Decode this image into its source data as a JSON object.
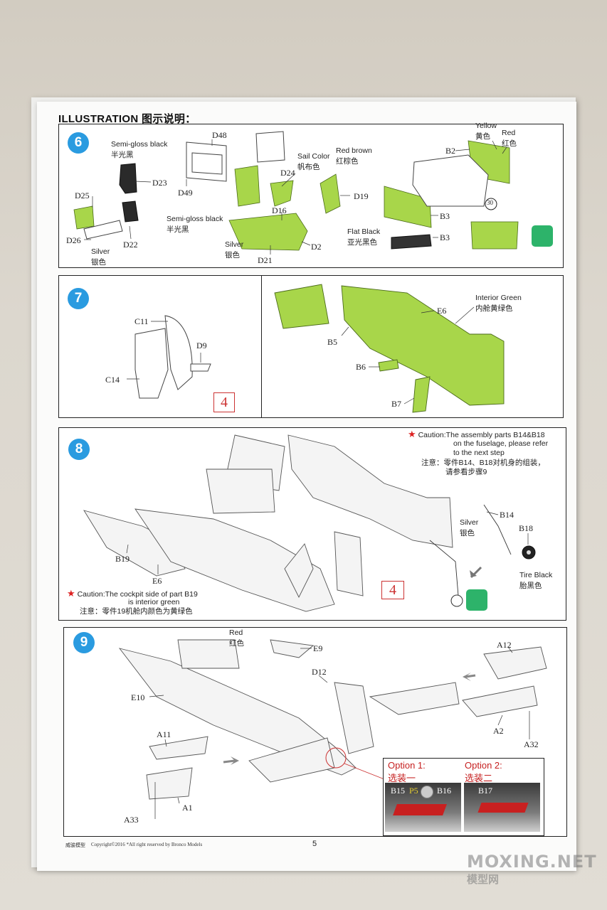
{
  "header": {
    "title": "ILLUSTRATION 图示说明："
  },
  "step6": {
    "num": "6",
    "semi_gloss_1_en": "Semi-gloss black",
    "semi_gloss_1_cn": "半光黑",
    "semi_gloss_2_en": "Semi-gloss black",
    "semi_gloss_2_cn": "半光黑",
    "silver_1_en": "Silver",
    "silver_1_cn": "银色",
    "silver_2_en": "Silver",
    "silver_2_cn": "银色",
    "sail_en": "Sail Color",
    "sail_cn": "帆布色",
    "redbrown_en": "Red brown",
    "redbrown_cn": "红棕色",
    "yellow_en": "Yellow",
    "yellow_cn": "黄色",
    "red_en": "Red",
    "red_cn": "红色",
    "flatblack_en": "Flat Black",
    "flatblack_cn": "亚光黑色",
    "parts": {
      "d48": "D48",
      "d49": "D49",
      "d23": "D23",
      "d25": "D25",
      "d26": "D26",
      "d22": "D22",
      "d24": "D24",
      "d16": "D16",
      "d21": "D21",
      "d2": "D2",
      "d19": "D19",
      "b2": "B2",
      "b3a": "B3",
      "b3b": "B3"
    },
    "decal": "30"
  },
  "step7": {
    "num": "7",
    "interior_en": "Interior Green",
    "interior_cn": "内舱黄绿色",
    "parts": {
      "c11": "C11",
      "d9": "D9",
      "c14": "C14",
      "e6": "E6",
      "b5": "B5",
      "b6": "B6",
      "b7": "B7"
    },
    "ref": "4"
  },
  "step8": {
    "num": "8",
    "caution1_en_1": "Caution:The assembly parts B14&B18",
    "caution1_en_2": "on the fuselage, please refer",
    "caution1_en_3": "to the next step",
    "caution1_cn_1": "注意：零件B14、B18对机身的组装，",
    "caution1_cn_2": "请参看步骤9",
    "caution2_en_1": "Caution:The cockpit side of part B19",
    "caution2_en_2": "is interior green",
    "caution2_cn": "注意：零件19机舱内颜色为黄绿色",
    "silver_en": "Silver",
    "silver_cn": "银色",
    "tire_en": "Tire Black",
    "tire_cn": "胎黑色",
    "parts": {
      "b14": "B14",
      "b18": "B18",
      "b19": "B19",
      "e6": "E6"
    },
    "ref": "4"
  },
  "step9": {
    "num": "9",
    "red_en": "Red",
    "red_cn": "红色",
    "parts": {
      "e9": "E9",
      "d12": "D12",
      "e10": "E10",
      "a12": "A12",
      "a2": "A2",
      "a32": "A32",
      "a11": "A11",
      "a1": "A1",
      "a33": "A33"
    },
    "option1": "Option 1:",
    "option1_cn": "选装一",
    "option2": "Option 2:",
    "option2_cn": "选装二",
    "opt1_parts": {
      "b15": "B15",
      "p5": "P5",
      "b16": "B16"
    },
    "opt2_parts": {
      "b17": "B17"
    }
  },
  "footer": {
    "brand": "威骏模型",
    "copyright": "Copyright©2016  *All right reserved by Bronco Models",
    "page": "5"
  },
  "watermark": {
    "main": "MOXING.NET",
    "sub": "模型网"
  },
  "colors": {
    "primer_green": "#a8d64a",
    "step_blue": "#2a9be0",
    "caution_red": "#d22222",
    "ref_red": "#c33333",
    "icon_green": "#2db36a"
  }
}
